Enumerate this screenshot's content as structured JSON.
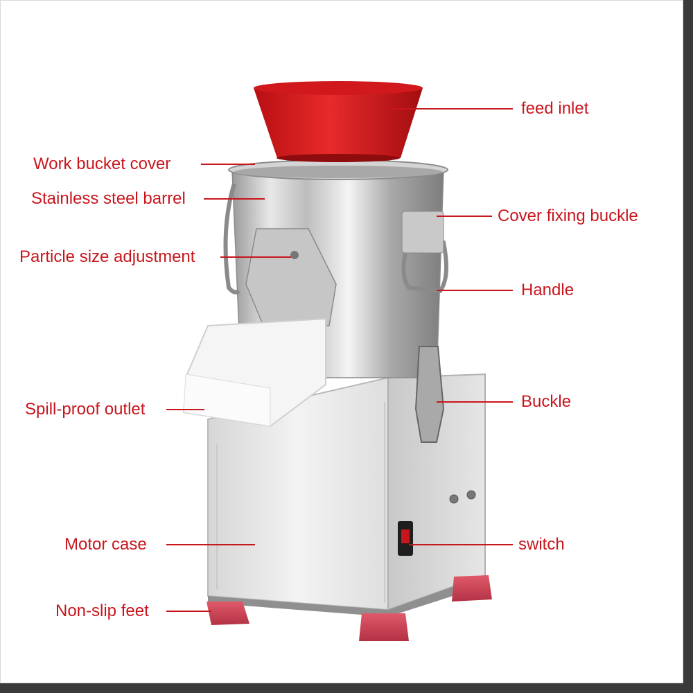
{
  "accent_color": "#c8161d",
  "labels": {
    "feed_inlet": "feed inlet",
    "work_bucket_cover": "Work bucket cover",
    "stainless_steel_barrel": "Stainless steel barrel",
    "cover_fixing_buckle": "Cover fixing buckle",
    "particle_size_adjustment": "Particle size adjustment",
    "handle": "Handle",
    "buckle": "Buckle",
    "spill_proof_outlet": "Spill-proof outlet",
    "motor_case": "Motor case",
    "switch": "switch",
    "non_slip_feet": "Non-slip feet"
  }
}
